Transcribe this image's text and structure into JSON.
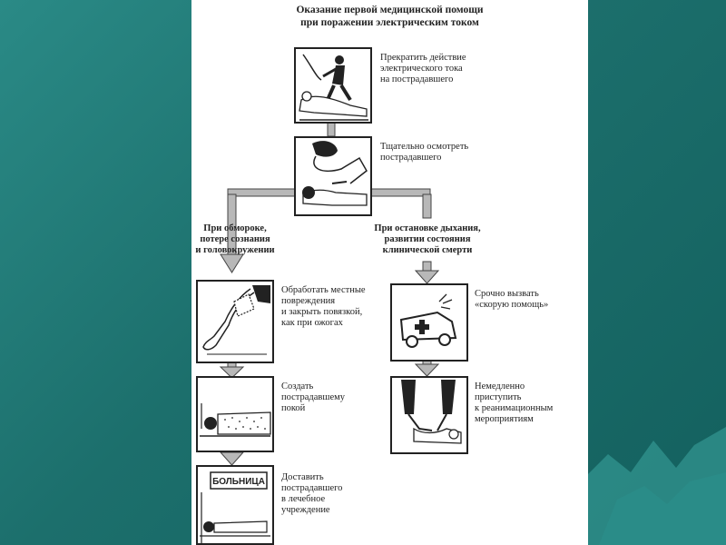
{
  "title": {
    "line1": "Оказание первой медицинской помощи",
    "line2": "при поражении электрическим током"
  },
  "steps": {
    "stop_current": [
      "Прекратить действие",
      "электрического тока",
      "на пострадавшего"
    ],
    "inspect": [
      "Тщательно осмотреть",
      "пострадавшего"
    ],
    "left_branch": [
      "При обмороке,",
      "потере сознания",
      "и головокружении"
    ],
    "right_branch": [
      "При остановке дыхания,",
      "развитии состояния",
      "клинической смерти"
    ],
    "treat_wounds": [
      "Обработать местные",
      "повреждения",
      "и закрыть повязкой,",
      "как при ожогах"
    ],
    "rest": [
      "Создать",
      "пострадавшему",
      "покой"
    ],
    "hospital": [
      "Доставить",
      "пострадавшего",
      "в лечебное",
      "учреждение"
    ],
    "ambulance": [
      "Срочно вызвать",
      "«скорую помощь»"
    ],
    "resuscitate": [
      "Немедленно",
      "приступить",
      "к реанимационным",
      "мероприятиям"
    ]
  },
  "hospital_sign": "БОЛЬНИЦА",
  "colors": {
    "background": "#1c6f6c",
    "sheet": "#ffffff",
    "arrow_fill": "#b8b8b8",
    "ink": "#222222"
  }
}
